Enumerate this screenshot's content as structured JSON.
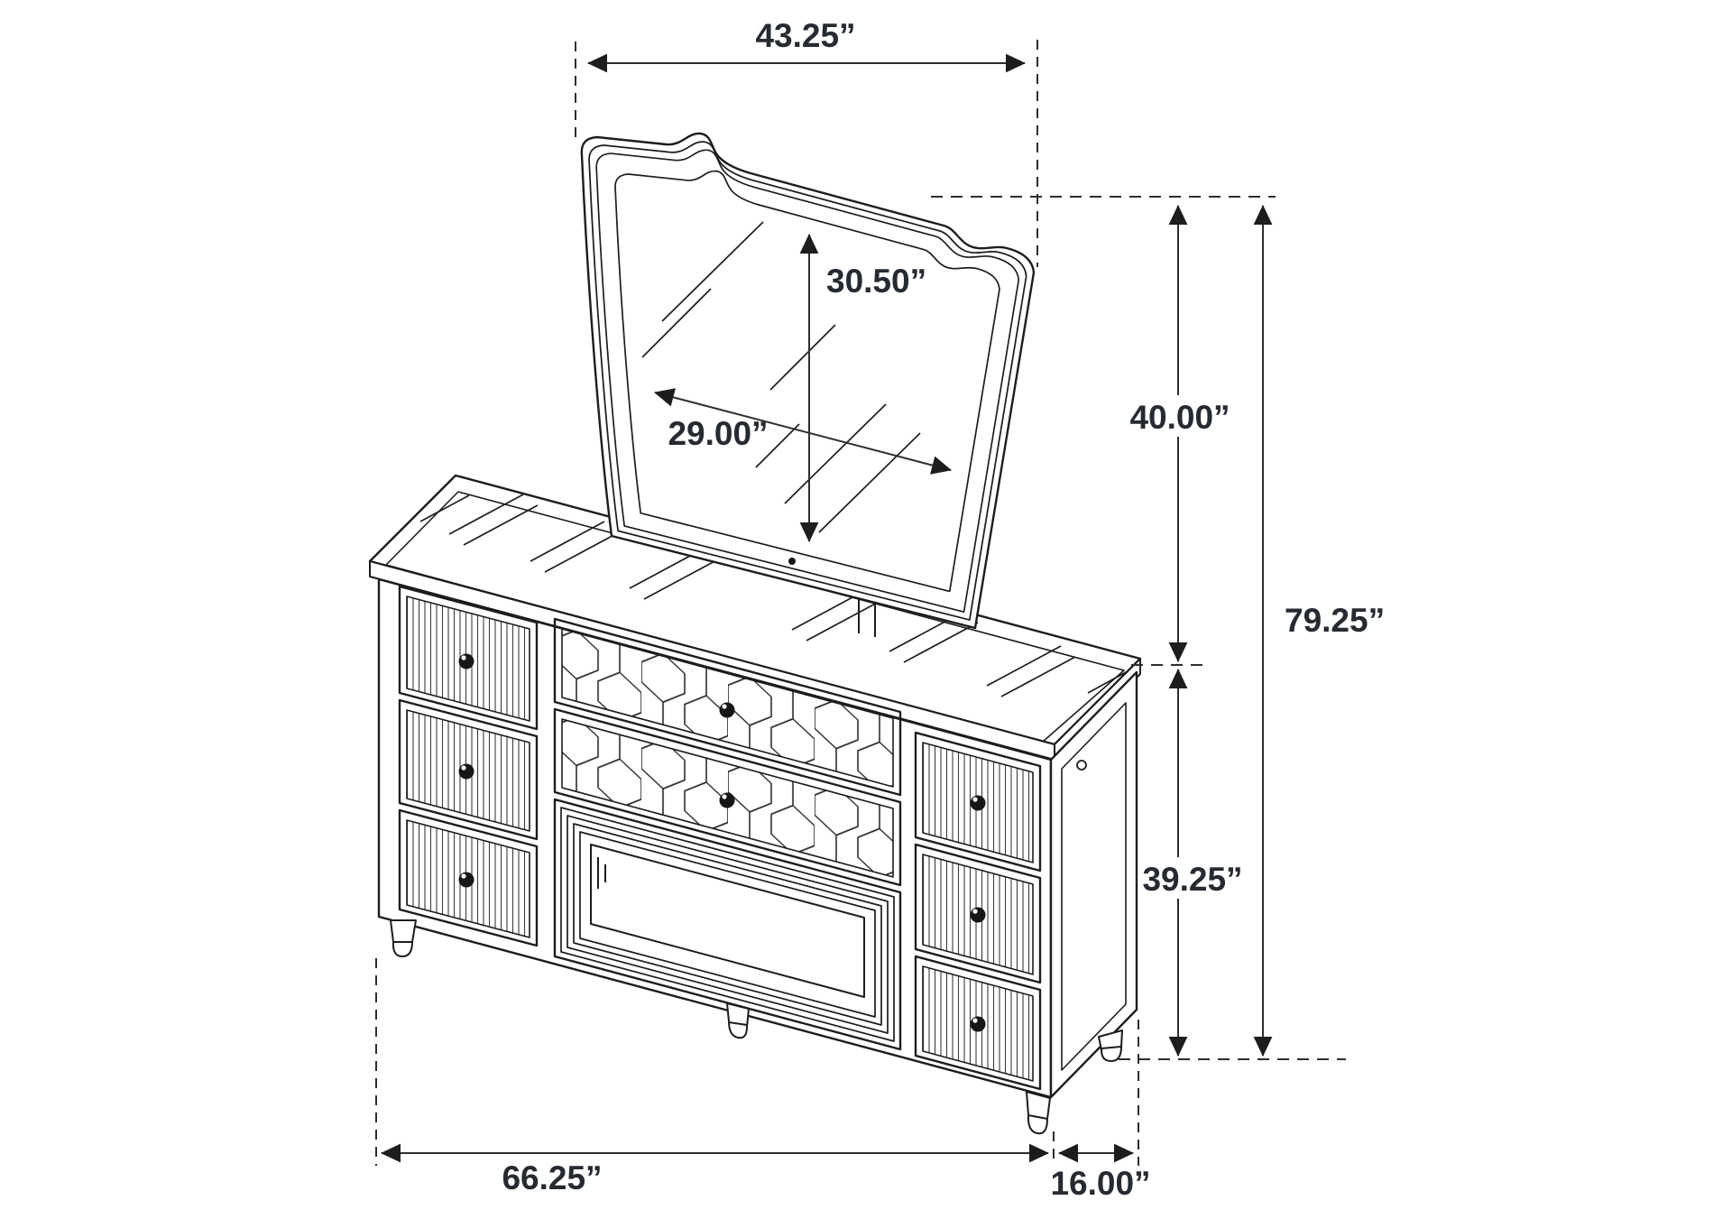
{
  "diagram": {
    "kind": "furniture-dimension-line-drawing",
    "background_color": "#ffffff",
    "furniture_stroke_color": "#1d1d1d",
    "dimension_stroke_color": "#3a3a3a",
    "label_color": "#262a31",
    "labels": {
      "mirror_frame_width": "43.25”",
      "mirror_glass_height": "30.50”",
      "mirror_glass_width": "29.00”",
      "mirror_height": "40.00”",
      "overall_height": "79.25”",
      "dresser_height": "39.25”",
      "dresser_width": "66.25”",
      "dresser_depth": "16.00”"
    }
  }
}
